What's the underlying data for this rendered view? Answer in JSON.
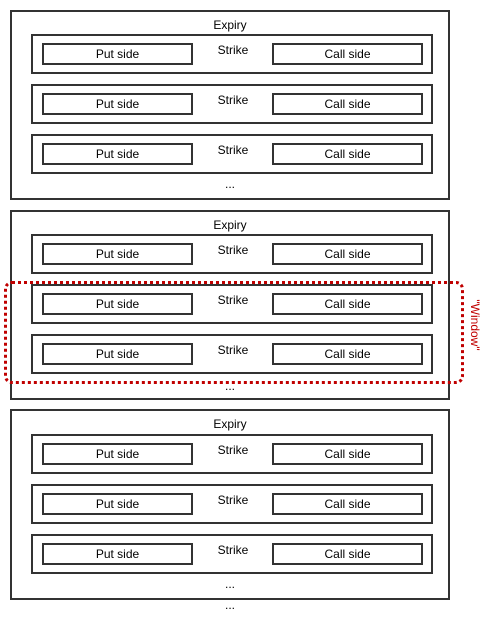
{
  "diagram": {
    "expiry_label": "Expiry",
    "strike_label": "Strike",
    "put_label": "Put side",
    "call_label": "Call side",
    "ellipsis": "...",
    "window_label": "\"Window\"",
    "window_color": "#c00000",
    "border_color": "#333333"
  }
}
